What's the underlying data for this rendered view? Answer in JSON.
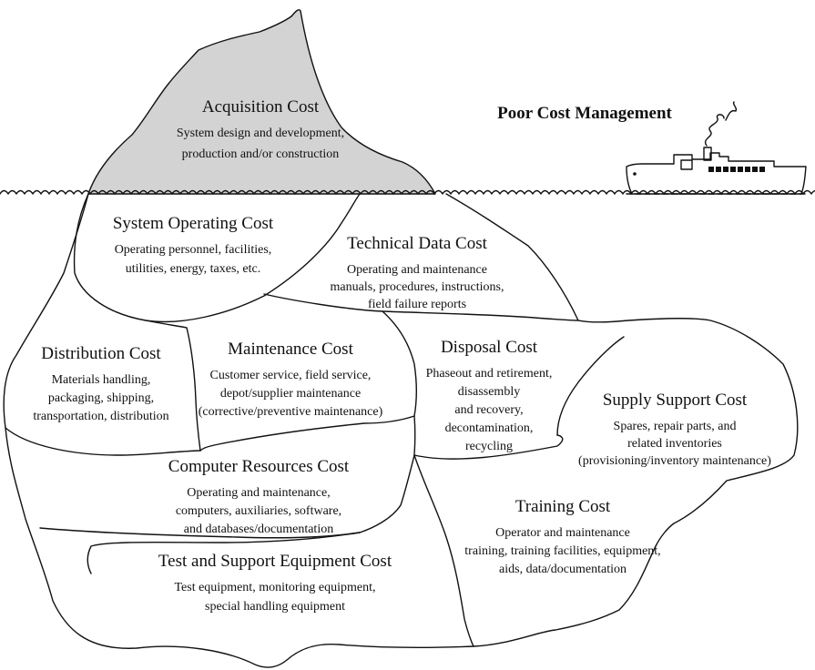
{
  "header": {
    "label": "Poor Cost Management"
  },
  "regions": [
    {
      "id": "acquisition",
      "title": "Acquisition Cost",
      "lines": [
        "System design and development,",
        "production and/or construction"
      ]
    },
    {
      "id": "system-operating",
      "title": "System Operating Cost",
      "lines": [
        "Operating personnel, facilities,",
        "utilities, energy, taxes, etc."
      ]
    },
    {
      "id": "technical-data",
      "title": "Technical Data Cost",
      "lines": [
        "Operating and maintenance",
        "manuals, procedures, instructions,",
        "field failure reports"
      ]
    },
    {
      "id": "distribution",
      "title": "Distribution Cost",
      "lines": [
        "Materials handling,",
        "packaging, shipping,",
        "transportation, distribution"
      ]
    },
    {
      "id": "maintenance",
      "title": "Maintenance Cost",
      "lines": [
        "Customer service, field service,",
        "depot/supplier maintenance",
        "(corrective/preventive maintenance)"
      ]
    },
    {
      "id": "disposal",
      "title": "Disposal Cost",
      "lines": [
        "Phaseout and retirement,",
        "disassembly",
        "and recovery,",
        "decontamination,",
        "recycling"
      ]
    },
    {
      "id": "supply-support",
      "title": "Supply Support Cost",
      "lines": [
        "Spares, repair parts, and",
        "related inventories",
        "(provisioning/inventory maintenance)"
      ]
    },
    {
      "id": "computer-resources",
      "title": "Computer Resources Cost",
      "lines": [
        "Operating and maintenance,",
        "computers, auxiliaries, software,",
        "and databases/documentation"
      ]
    },
    {
      "id": "training",
      "title": "Training Cost",
      "lines": [
        "Operator and maintenance",
        "training, training facilities, equipment,",
        "aids, data/documentation"
      ]
    },
    {
      "id": "test-support",
      "title": "Test and Support Equipment Cost",
      "lines": [
        "Test equipment, monitoring equipment,",
        "special handling equipment"
      ]
    }
  ],
  "colors": {
    "tip_fill": "#d3d3d3",
    "line": "#111111",
    "background": "#ffffff"
  },
  "icons": [
    "ship-icon",
    "smoke-icon",
    "iceberg-icon",
    "waves-icon"
  ]
}
